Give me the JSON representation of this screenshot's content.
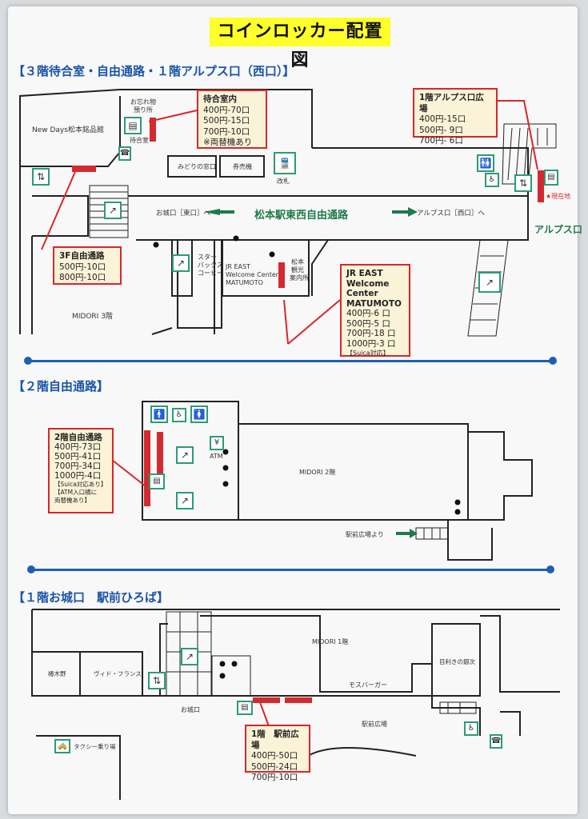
{
  "title": "コインロッカー配置図",
  "sections": {
    "s1": "【３階待合室・自由通路・１階アルプス口（西口）】",
    "s2": "【２階自由通路】",
    "s3": "【１階お城口　駅前ひろば】"
  },
  "boxes": {
    "waiting": {
      "t": "待合室内",
      "l1": "400円-70口",
      "l2": "500円-15口",
      "l3": "700円-10口",
      "l4": "※両替機あり"
    },
    "alps": {
      "t": "1階アルプス口広場",
      "l1": "400円-15口",
      "l2": "500円- 9口",
      "l3": "700円- 6口"
    },
    "f3": {
      "t": "3F自由通路",
      "l1": "500円-10口",
      "l2": "800円-10口"
    },
    "jr": {
      "t": "JR EAST",
      "t2": "Welcome Center",
      "t3": "MATUMOTO",
      "l1": "400円-6 口",
      "l2": "500円-5 口",
      "l3": "700円-18 口",
      "l4": "1000円-3 口",
      "l5": "【Suica対応】"
    },
    "f2": {
      "t": "2階自由通路",
      "l1": "400円-73口",
      "l2": "500円-41口",
      "l3": "700円-34口",
      "l4": "1000円-4口",
      "l5": "【Suica対応あり】",
      "l6": "【ATM入口横に",
      "l7": "両替機あり】"
    },
    "f1": {
      "t": "1階　駅前広場",
      "l1": "400円-50口",
      "l2": "500円-24口",
      "l3": "700円-10口"
    }
  },
  "labels": {
    "newdays": "New Days松本銘品館",
    "lost": "お忘れ物",
    "lost2": "預り所",
    "waitroom": "待合室",
    "midori": "みどりの窓口",
    "ticket": "券売機",
    "gate": "改札",
    "genzaichi": "★現在地",
    "oshiro_dir": "お城口［東口］へ",
    "passage": "松本駅東西自由通路",
    "alps_dir": "アルプス口［西口］へ",
    "alps_sign": "アルプス口",
    "starbucks": "スター",
    "starbucks2": "バックス",
    "starbucks3": "コーヒー",
    "jreast": "JR EAST",
    "jreast2": "Welcome Center",
    "jreast3": "MATUMOTO",
    "kanko": "松本",
    "kanko2": "観光",
    "kanko3": "案内所",
    "midori3": "MIDORI 3階",
    "atm": "ATM",
    "midori2": "MIDORI 2階",
    "ekimae_from": "駅前広場より",
    "midori1": "MIDORI 1階",
    "tsubakiya": "椿木野",
    "vie": "ヴィド・フランス",
    "oshiro": "お城口",
    "mos": "モスバーガー",
    "mekiki": "目利きの銀次",
    "ekimae": "駅前広場",
    "taxi": "タクシー乗り場"
  },
  "icons": {
    "elevator": "elevator-icon",
    "escalator": "escalator-icon",
    "toilet": "toilet-icon",
    "accessible": "accessible-toilet-icon",
    "locker": "locker-icon",
    "phone": "phone-icon",
    "train": "train-icon"
  },
  "colors": {
    "locker": "#d32a2f",
    "frame": "#d8262d",
    "accent": "#2c9b76",
    "section": "#1a53a8",
    "title_bg": "#ffff2a"
  }
}
